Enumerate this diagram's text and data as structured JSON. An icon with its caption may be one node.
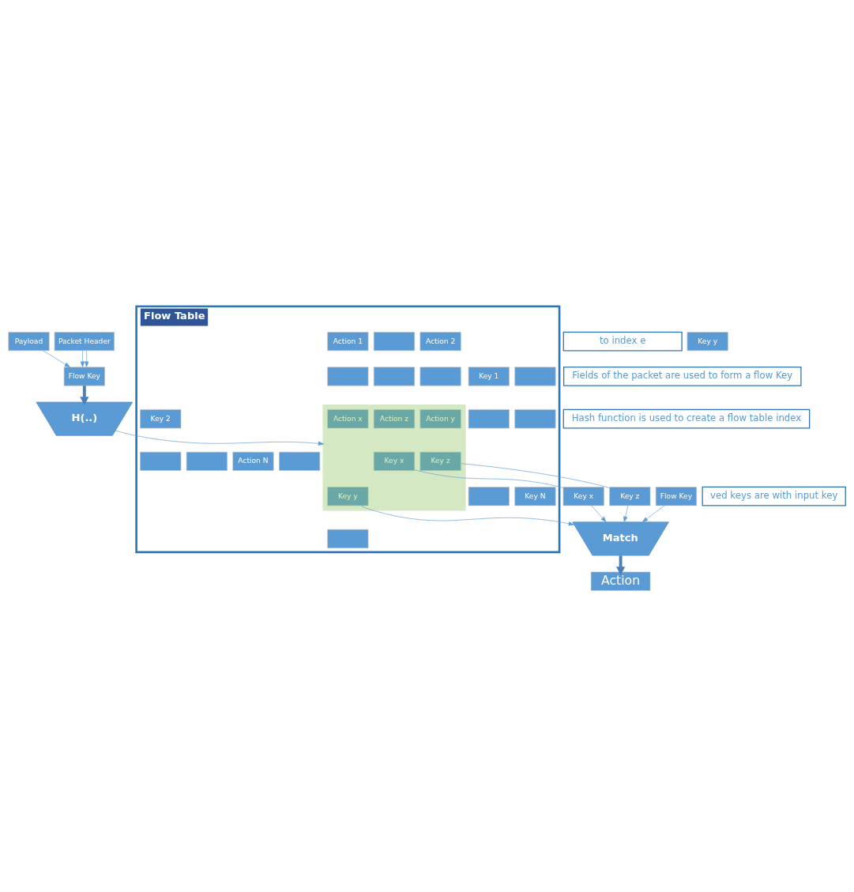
{
  "diagram": {
    "nodes": [
      {
        "text": [
          "Packet Header"
        ]
      },
      {
        "text": [
          "Payload"
        ]
      },
      {
        "text": [
          "Flow Key"
        ]
      },
      {
        "text": [
          "H(..)"
        ]
      },
      {
        "text": [
          "Fields of the packet are used to form a flow Key"
        ]
      },
      {
        "text": [
          "Hash function is used to create a flow table index"
        ]
      },
      {
        "text": [
          "to index e"
        ]
      },
      {
        "text": [
          "Flow Table"
        ]
      },
      {
        "text": [
          "Key 1"
        ],
        "in": 7
      },
      {
        "text": [
          "Action 1"
        ],
        "in": 7
      },
      {
        "text": [
          "Key 2"
        ],
        "in": 7
      },
      {
        "text": [
          "Action 2"
        ],
        "in": 7
      },
      {
        "text": [],
        "shape": "box",
        "in": 7
      },
      {
        "text": [],
        "shape": "box",
        "in": 7
      },
      {
        "text": [],
        "shape": "box",
        "in": 7
      },
      {
        "text": [],
        "shape": "box",
        "in": 7
      },
      {
        "text": [],
        "shape": "box",
        "in": 7
      },
      {
        "text": [],
        "shape": "box",
        "in": 7
      },
      {
        "text": [],
        "shape": "box",
        "in": 7
      },
      {
        "text": [],
        "shape": "box",
        "in": 7
      },
      {
        "text": [],
        "shape": "bar",
        "in": 7
      },
      {
        "text": [
          "Key x"
        ],
        "in": 20
      },
      {
        "text": [
          "Action x"
        ],
        "in": 20
      },
      {
        "text": [
          "Key y"
        ],
        "in": 20
      },
      {
        "text": [
          "Action y"
        ],
        "in": 20
      },
      {
        "text": [
          "Key z"
        ],
        "in": 20
      },
      {
        "text": [
          "Action z"
        ],
        "in": 20
      },
      {
        "text": [],
        "shape": "box",
        "in": 7
      },
      {
        "text": [],
        "shape": "box",
        "in": 7
      },
      {
        "text": [],
        "shape": "box",
        "in": 7
      },
      {
        "text": [],
        "shape": "box",
        "in": 7
      },
      {
        "text": [
          "Key N"
        ],
        "in": 7
      },
      {
        "text": [
          "Action N"
        ],
        "in": 7
      },
      {
        "text": [
          "Key x"
        ]
      },
      {
        "text": [
          "Key y"
        ]
      },
      {
        "text": [
          "Key z"
        ]
      },
      {
        "text": [
          "ved keys are with input key"
        ]
      },
      {
        "text": [
          "Flow Key"
        ]
      },
      {
        "text": [
          "Match"
        ]
      },
      {
        "text": [
          "Action"
        ]
      }
    ],
    "edges": [
      {
        "from": 0,
        "to": 2,
        "arrow": "to"
      },
      {
        "from": 0,
        "to": 2,
        "arrow": "to"
      },
      {
        "from": 1,
        "to": 2,
        "arrow": "to"
      },
      {
        "from": 2,
        "to": 3,
        "arrow": "to",
        "style": "thick"
      },
      {
        "from": 3,
        "to": 20,
        "arrow": "to"
      },
      {
        "from": 21,
        "to": 33,
        "arrow": "none"
      },
      {
        "from": 33,
        "to": 38,
        "arrow": "to"
      },
      {
        "from": 23,
        "to": 38,
        "arrow": "to"
      },
      {
        "from": 25,
        "to": 35,
        "arrow": "none"
      },
      {
        "from": 35,
        "to": 38,
        "arrow": "to"
      },
      {
        "from": 37,
        "to": 38,
        "arrow": "to"
      },
      {
        "from": 38,
        "to": 39,
        "arrow": "to",
        "style": "thick"
      }
    ]
  }
}
